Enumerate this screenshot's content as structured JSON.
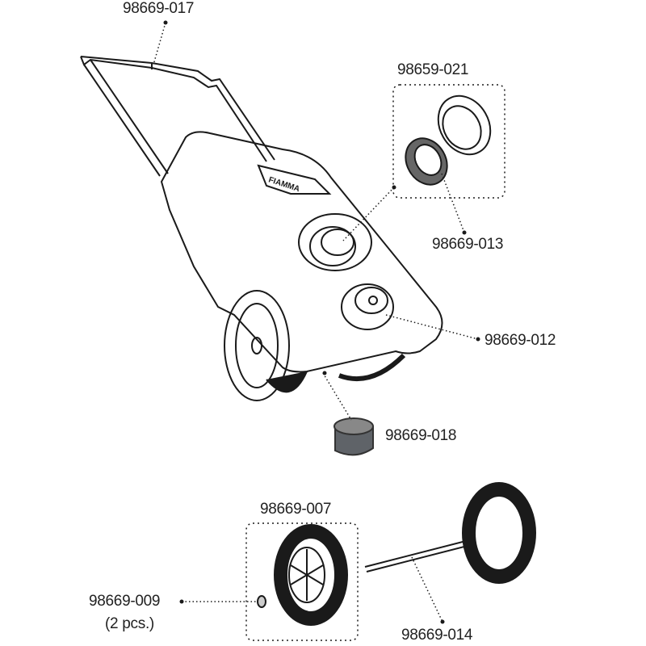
{
  "brand_logo": "FIAMMA",
  "parts": [
    {
      "code": "98669-017"
    },
    {
      "code": "98659-021"
    },
    {
      "code": "98669-013"
    },
    {
      "code": "98669-012"
    },
    {
      "code": "98669-018"
    },
    {
      "code": "98669-007"
    },
    {
      "code": "98669-009",
      "note": "(2 pcs.)"
    },
    {
      "code": "98669-014"
    }
  ],
  "colors": {
    "line": "#1a1a1a",
    "cap_grey": "#5f6368"
  }
}
